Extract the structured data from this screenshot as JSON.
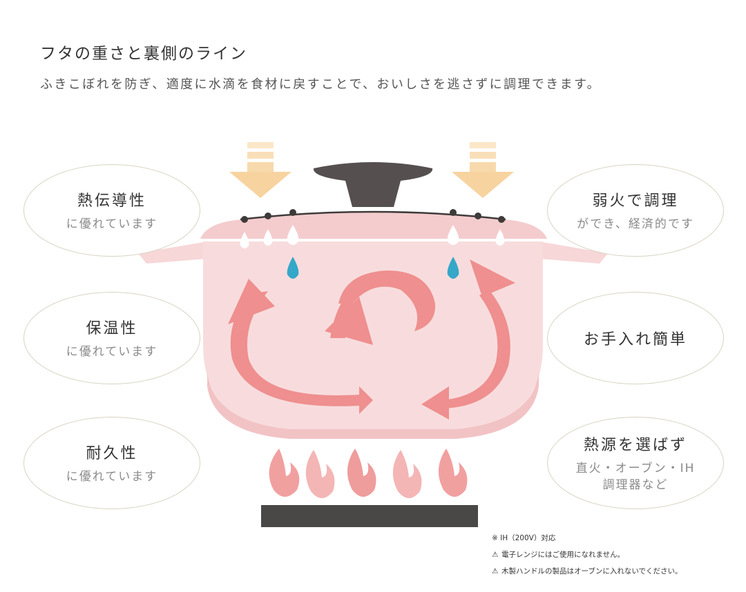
{
  "header": {
    "title": "フタの重さと裏側のライン",
    "subtitle": "ふきこぼれを防ぎ、適度に水滴を食材に戻すことで、おいしさを逃さずに調理できます。"
  },
  "features_left": [
    {
      "main": "熱伝導性",
      "sub": "に優れています"
    },
    {
      "main": "保温性",
      "sub": "に優れています"
    },
    {
      "main": "耐久性",
      "sub": "に優れています"
    }
  ],
  "features_right": [
    {
      "main": "弱火で調理",
      "sub": "ができ、経済的です"
    },
    {
      "main": "お手入れ簡単",
      "sub": ""
    },
    {
      "main": "熱源を選ばず",
      "sub1": "直火・オーブン・IH",
      "sub2": "調理器など"
    }
  ],
  "notes": {
    "ih": "※ IH（200V）対応",
    "microwave": "電子レンジにはご使用になれません。",
    "oven": "木製ハンドルの製品はオーブンに入れないでください。",
    "warn_symbol": "⚠"
  },
  "colors": {
    "pot": "#f6d3d4",
    "arrow": "#ef8f8f",
    "drop_blue": "#35a7c8",
    "press_arrow": "#f7d9ac",
    "knob": "#55504f",
    "stove": "#4a4747"
  }
}
